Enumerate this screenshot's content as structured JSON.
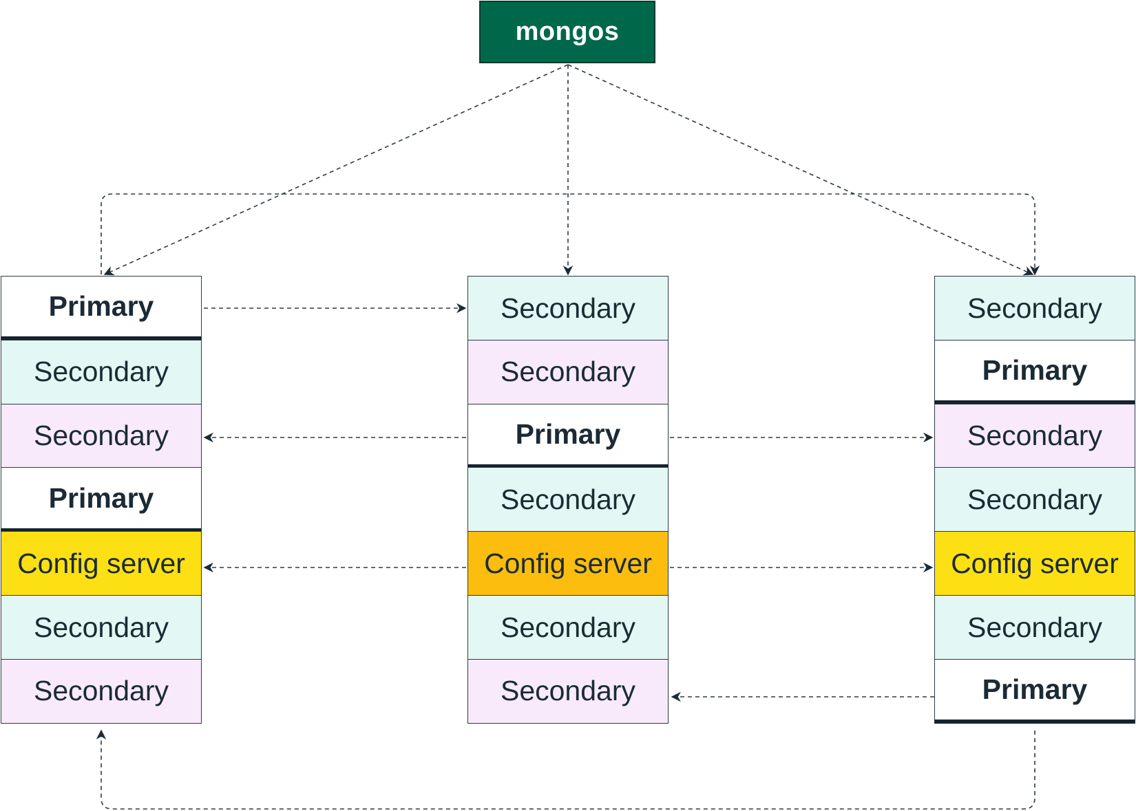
{
  "mongos": {
    "label": "mongos",
    "color": "#00684a"
  },
  "columns": [
    {
      "id": "left",
      "cells": [
        {
          "label": "Primary",
          "role": "primary"
        },
        {
          "label": "Secondary",
          "role": "secondary-mint"
        },
        {
          "label": "Secondary",
          "role": "secondary-lilac"
        },
        {
          "label": "Primary",
          "role": "primary"
        },
        {
          "label": "Config server",
          "role": "config-yellow"
        },
        {
          "label": "Secondary",
          "role": "secondary-mint"
        },
        {
          "label": "Secondary",
          "role": "secondary-lilac"
        }
      ]
    },
    {
      "id": "middle",
      "cells": [
        {
          "label": "Secondary",
          "role": "secondary-mint"
        },
        {
          "label": "Secondary",
          "role": "secondary-lilac"
        },
        {
          "label": "Primary",
          "role": "primary"
        },
        {
          "label": "Secondary",
          "role": "secondary-mint"
        },
        {
          "label": "Config server",
          "role": "config-orange"
        },
        {
          "label": "Secondary",
          "role": "secondary-mint"
        },
        {
          "label": "Secondary",
          "role": "secondary-lilac"
        }
      ]
    },
    {
      "id": "right",
      "cells": [
        {
          "label": "Secondary",
          "role": "secondary-mint"
        },
        {
          "label": "Primary",
          "role": "primary"
        },
        {
          "label": "Secondary",
          "role": "secondary-lilac"
        },
        {
          "label": "Secondary",
          "role": "secondary-mint"
        },
        {
          "label": "Config server",
          "role": "config-yellow"
        },
        {
          "label": "Secondary",
          "role": "secondary-mint"
        },
        {
          "label": "Primary",
          "role": "primary"
        }
      ]
    }
  ],
  "colors": {
    "mint": "#e3f8f4",
    "lilac": "#f8eafb",
    "config_yellow": "#fde013",
    "config_orange": "#fcbd0f",
    "line": "#2e3a44"
  }
}
